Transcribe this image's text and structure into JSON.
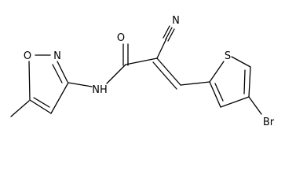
{
  "molecule": {
    "colors": {
      "bond": "#000000",
      "label": "#000000",
      "background": "#ffffff"
    },
    "atom_labels": {
      "o_ring": "O",
      "n_ring": "N",
      "nh": "NH",
      "o_carbonyl": "O",
      "n_nitrile": "N",
      "s_ring": "S",
      "br": "Br"
    }
  }
}
